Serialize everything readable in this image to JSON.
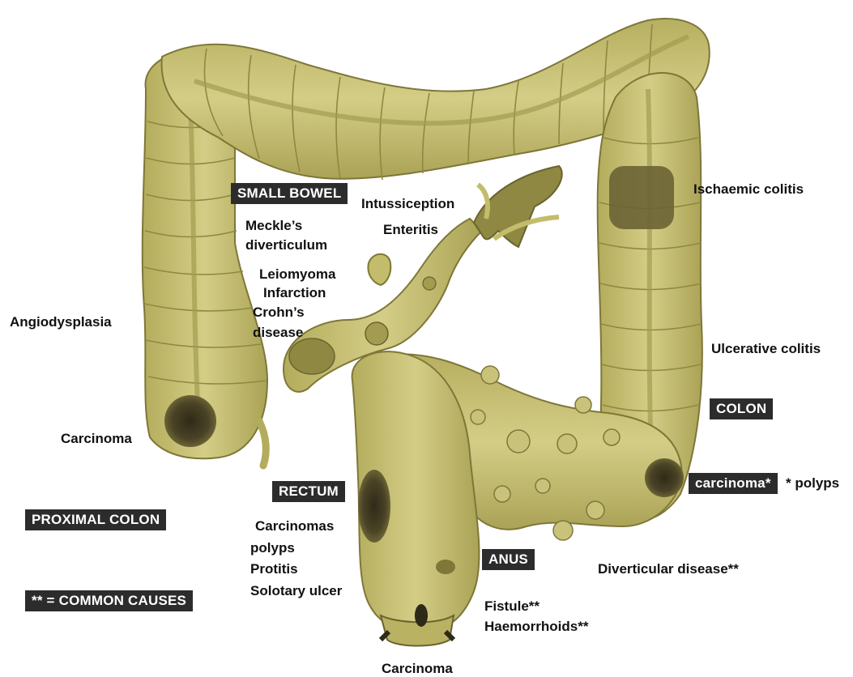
{
  "colors": {
    "bowel_fill": "#c3bc6a",
    "bowel_light": "#d7d08a",
    "bowel_dark": "#8f8842",
    "lesion": "#3a3420",
    "tag_bg": "#2c2c2c"
  },
  "tags": {
    "small_bowel": "SMALL BOWEL",
    "colon": "COLON",
    "rectum": "RECTUM",
    "proximal_colon": "PROXIMAL COLON",
    "anus": "ANUS",
    "common_causes": "** = COMMON CAUSES",
    "carcinoma_star": "carcinoma*"
  },
  "labels": {
    "intussiception": "Intussiception",
    "enteritis": "Enteritis",
    "meckles_1": "Meckle’s",
    "meckles_2": "diverticulum",
    "leiomyoma": "Leiomyoma",
    "infarction": "Infarction",
    "crohns_1": "Crohn’s",
    "crohns_2": "disease",
    "angiodysplasia": "Angiodysplasia",
    "carcinoma_right": "Carcinoma",
    "ischaemic_colitis": "Ischaemic colitis",
    "ulcerative_colitis": "Ulcerative colitis",
    "polyps_right": "* polyps",
    "carcinomas": "Carcinomas",
    "polyps": "polyps",
    "protitis": "Protitis",
    "solotary_ulcer": "Solotary ulcer",
    "diverticular_disease": "Diverticular disease**",
    "fistule": "Fistule**",
    "haemorrhoids": "Haemorrhoids**",
    "carcinoma_bottom": "Carcinoma"
  }
}
